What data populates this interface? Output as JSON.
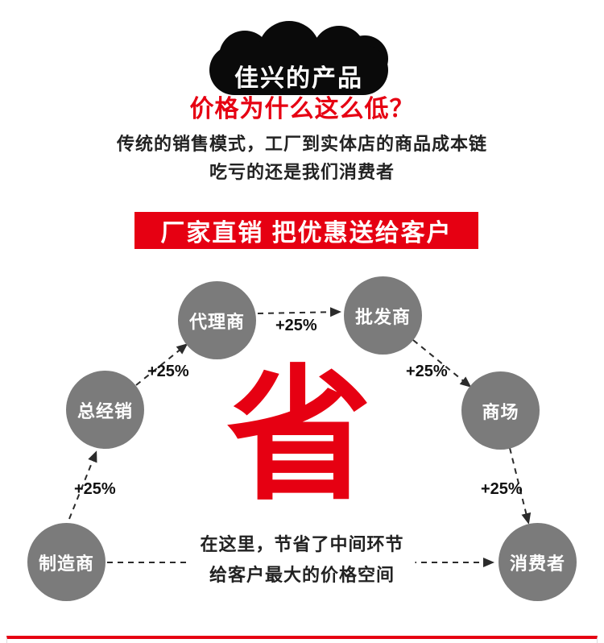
{
  "header": {
    "brand_blob": "佳兴的产品",
    "title": "价格为什么这么低？",
    "desc_line1": "传统的销售模式，工厂到实体店的商品成本链",
    "desc_line2": "吃亏的还是我们消费者",
    "banner": "厂家直销 把优惠送给客户"
  },
  "diagram": {
    "center_char": "省",
    "increment": "+25%",
    "nodes": [
      {
        "id": "manufacturer",
        "label": "制造商"
      },
      {
        "id": "distributor",
        "label": "总经销"
      },
      {
        "id": "agent",
        "label": "代理商"
      },
      {
        "id": "wholesaler",
        "label": "批发商"
      },
      {
        "id": "mall",
        "label": "商场"
      },
      {
        "id": "consumer",
        "label": "消费者"
      }
    ],
    "note_line1": "在这里，节省了中间环节",
    "note_line2": "给客户最大的价格空间"
  },
  "colors": {
    "accent_red": "#e60012",
    "node_gray": "#7b7b7b",
    "cloud_black": "#0a0a0a"
  }
}
